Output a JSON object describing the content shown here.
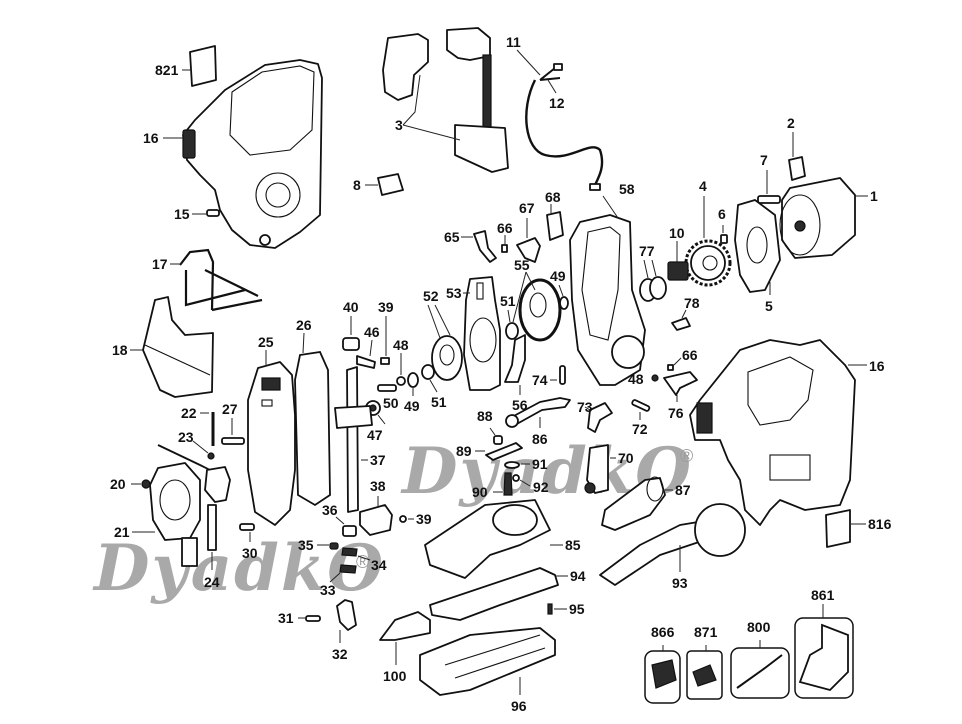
{
  "diagram": {
    "title": "Cordless jigsaw exploded parts diagram",
    "watermark": {
      "text": "DyadkO",
      "mark": "®"
    },
    "labels": {
      "p821": "821",
      "p16a": "16",
      "p15": "15",
      "p3": "3",
      "p8": "8",
      "p11": "11",
      "p12": "12",
      "p2": "2",
      "p7": "7",
      "p1": "1",
      "p4": "4",
      "p6": "6",
      "p10": "10",
      "p77": "77",
      "p5": "5",
      "p78": "78",
      "p65": "65",
      "p66a": "66",
      "p67": "67",
      "p68": "68",
      "p58": "58",
      "p55": "55",
      "p49a": "49",
      "p53": "53",
      "p51a": "51",
      "p52": "52",
      "p17": "17",
      "p18": "18",
      "p40": "40",
      "p39a": "39",
      "p46": "46",
      "p48a": "48",
      "p50": "50",
      "p49b": "49",
      "p51b": "51",
      "p47": "47",
      "p25": "25",
      "p26": "26",
      "p22": "22",
      "p27": "27",
      "p23": "23",
      "p20": "20",
      "p21": "21",
      "p24": "24",
      "p30": "30",
      "p37": "37",
      "p38": "38",
      "p39b": "39",
      "p36": "36",
      "p35": "35",
      "p34": "34",
      "p33": "33",
      "p31": "31",
      "p32": "32",
      "p74": "74",
      "p56": "56",
      "p86": "86",
      "p73": "73",
      "p72": "72",
      "p48b": "48",
      "p66b": "66",
      "p76": "76",
      "p16b": "16",
      "p88": "88",
      "p89": "89",
      "p91": "91",
      "p90": "90",
      "p92": "92",
      "p70": "70",
      "p87": "87",
      "p85": "85",
      "p94": "94",
      "p95": "95",
      "p100": "100",
      "p96": "96",
      "p93": "93",
      "p816": "816",
      "p866": "866",
      "p871": "871",
      "p800": "800",
      "p861": "861"
    }
  }
}
